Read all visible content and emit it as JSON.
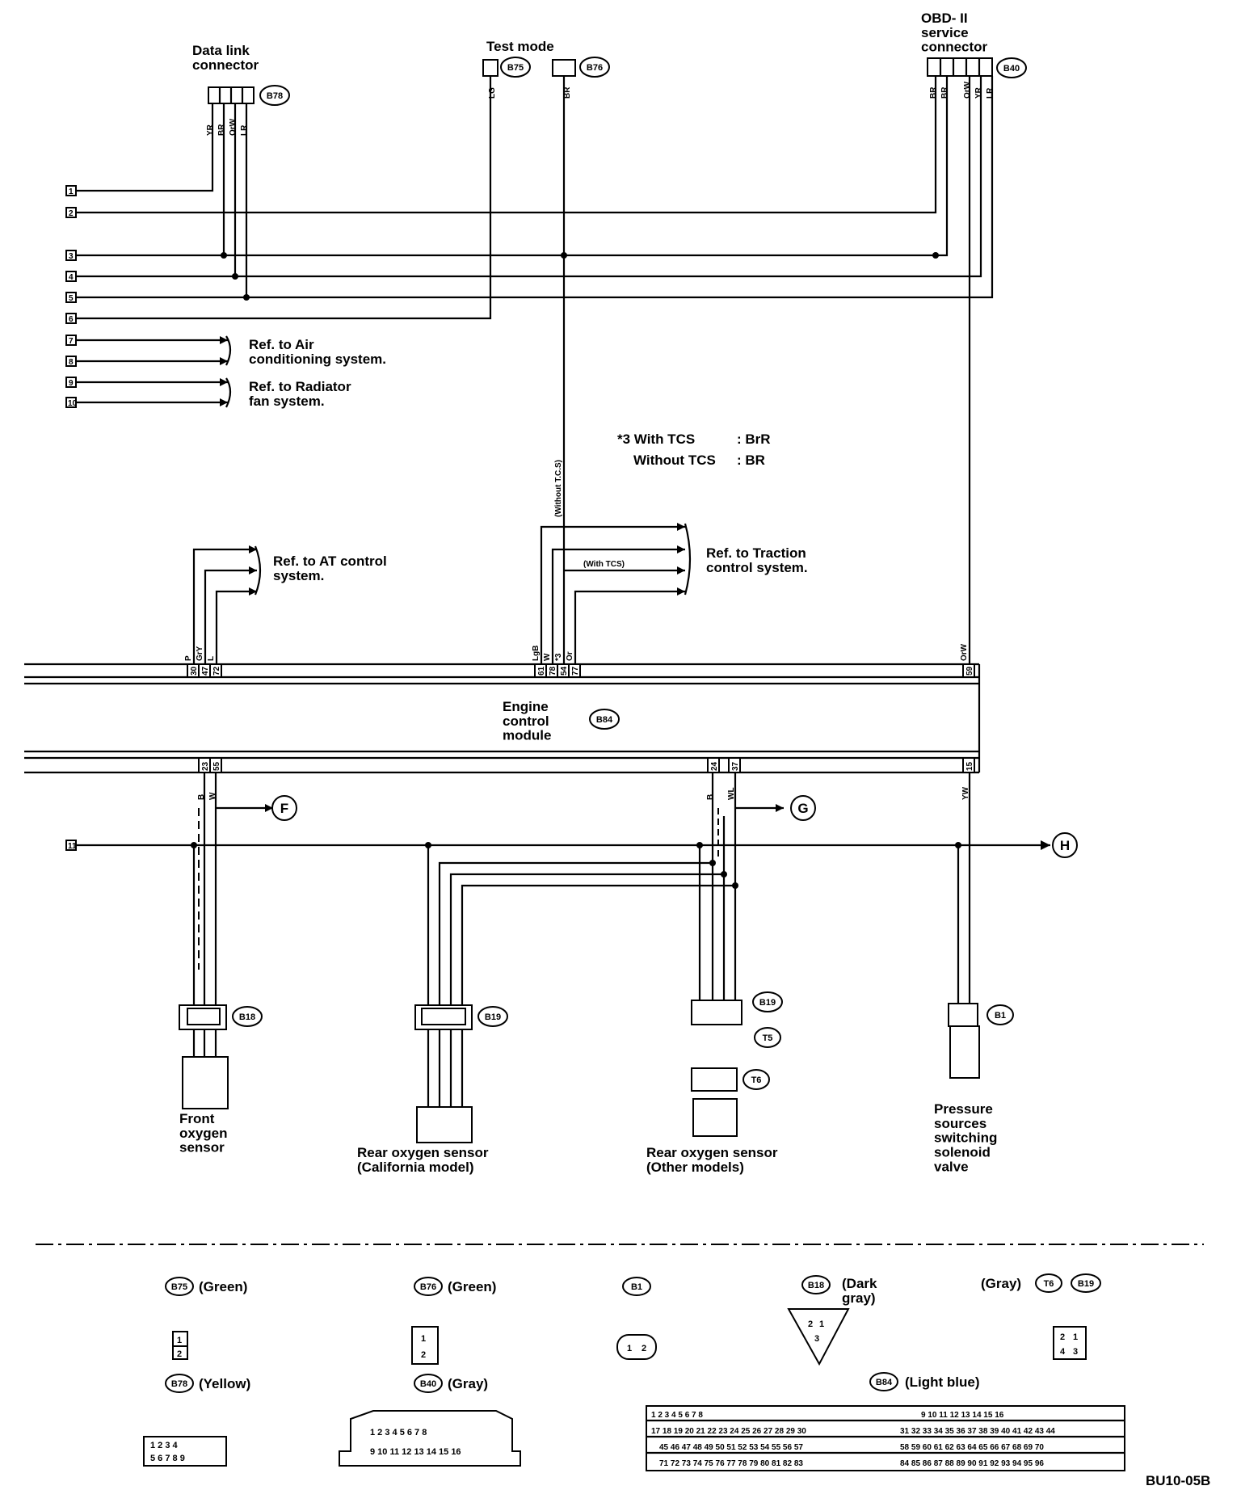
{
  "connectors_top": {
    "data_link_label": "Data link\nconnector",
    "data_link_id": "B78",
    "test_mode_label": "Test mode",
    "test_mode_ids": [
      "B75",
      "B76"
    ],
    "obd_label": "OBD- II\nservice\nconnector",
    "obd_id": "B40"
  },
  "terminals_left": [
    "1",
    "2",
    "3",
    "4",
    "5",
    "6",
    "7",
    "8",
    "9",
    "10",
    "11"
  ],
  "refs": {
    "air_conditioning": "Ref. to Air\nconditioning system.",
    "radiator_fan": "Ref. to Radiator\nfan system.",
    "at_control": "Ref. to AT control\nsystem.",
    "traction_control": "Ref. to Traction\ncontrol system."
  },
  "note": {
    "line1_key": "*3 With TCS",
    "line1_val": ": BrR",
    "line2_key": "Without TCS",
    "line2_val": ": BR"
  },
  "wire_tags": {
    "without_tcs": "(Without T.C.S)",
    "with_tcs": "(With TCS)"
  },
  "ecm": {
    "label": "Engine\ncontrol\nmodule",
    "id": "B84"
  },
  "ecm_pins_top": [
    "30",
    "47",
    "72",
    "61",
    "78",
    "54",
    "77",
    "59"
  ],
  "ecm_pins_bottom": [
    "23",
    "55",
    "24",
    "37",
    "15"
  ],
  "wire_colors": [
    "YR",
    "LG",
    "BR",
    "OrW",
    "YW",
    "B",
    "W",
    "WL",
    "P",
    "GrY",
    "L",
    "LgB"
  ],
  "offpage": [
    "F",
    "G",
    "H"
  ],
  "sensors": {
    "front_o2": "Front\noxygen\nsensor",
    "rear_o2_ca": "Rear oxygen sensor\n(California model)",
    "rear_o2_other": "Rear oxygen sensor\n(Other models)",
    "pressure_valve": "Pressure\nsources\nswitching\nsolenoid\nvalve"
  },
  "sensor_conn_ids": [
    "B18",
    "B19",
    "B19",
    "T5",
    "T6",
    "B1"
  ],
  "legend": {
    "b75": {
      "id": "B75",
      "color": "(Green)"
    },
    "b76": {
      "id": "B76",
      "color": "(Green)"
    },
    "b1": {
      "id": "B1"
    },
    "b18": {
      "id": "B18",
      "color": "(Dark\ngray)"
    },
    "t6b19": {
      "color": "(Gray)",
      "ids": [
        "T6",
        "B19"
      ]
    },
    "b78": {
      "id": "B78",
      "color": "(Yellow)"
    },
    "b40": {
      "id": "B40",
      "color": "(Gray)"
    },
    "b84": {
      "id": "B84",
      "color": "(Light blue)"
    }
  },
  "figure_code": "BU10-05B"
}
